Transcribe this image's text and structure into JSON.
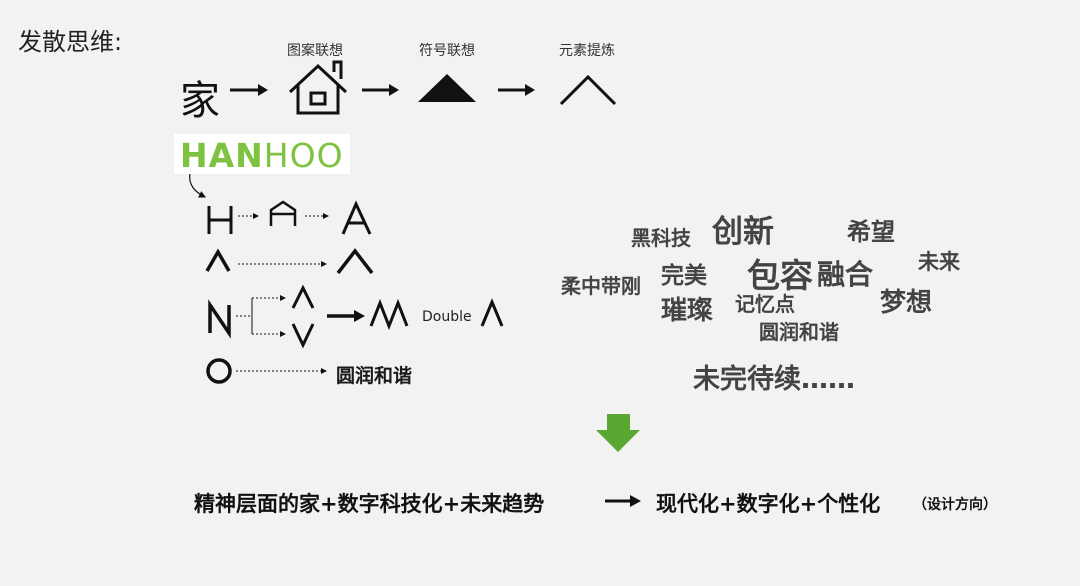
{
  "title": "发散思维:",
  "flow": {
    "start": "家",
    "step_labels": [
      "图案联想",
      "符号联想",
      "元素提炼"
    ]
  },
  "logo": {
    "part1": "HAN",
    "part2": "HOO"
  },
  "derivations": {
    "n_side_text": "Double",
    "o_result": "圆润和谐"
  },
  "word_cloud": [
    {
      "id": "heikeji",
      "text": "黑科技"
    },
    {
      "id": "chuangxin",
      "text": "创新"
    },
    {
      "id": "xiwang",
      "text": "希望"
    },
    {
      "id": "weilai",
      "text": "未来"
    },
    {
      "id": "rouzhong",
      "text": "柔中带刚"
    },
    {
      "id": "wanmei",
      "text": "完美"
    },
    {
      "id": "baorong",
      "text": "包容"
    },
    {
      "id": "ronghe",
      "text": "融合"
    },
    {
      "id": "cuican",
      "text": "璀璨"
    },
    {
      "id": "jiyidian",
      "text": "记忆点"
    },
    {
      "id": "mengxiang",
      "text": "梦想"
    },
    {
      "id": "yuanrun",
      "text": "圆润和谐"
    },
    {
      "id": "weiwan",
      "text": "未完待续……"
    }
  ],
  "conclusion": {
    "left": "精神层面的家+数字科技化+未来趋势",
    "right": "现代化+数字化+个性化",
    "note": "（设计方向）"
  },
  "colors": {
    "background": "#f2f2f2",
    "logo_green": "#7dc241",
    "arrow_green": "#5aa832",
    "text": "#1a1a1a"
  }
}
